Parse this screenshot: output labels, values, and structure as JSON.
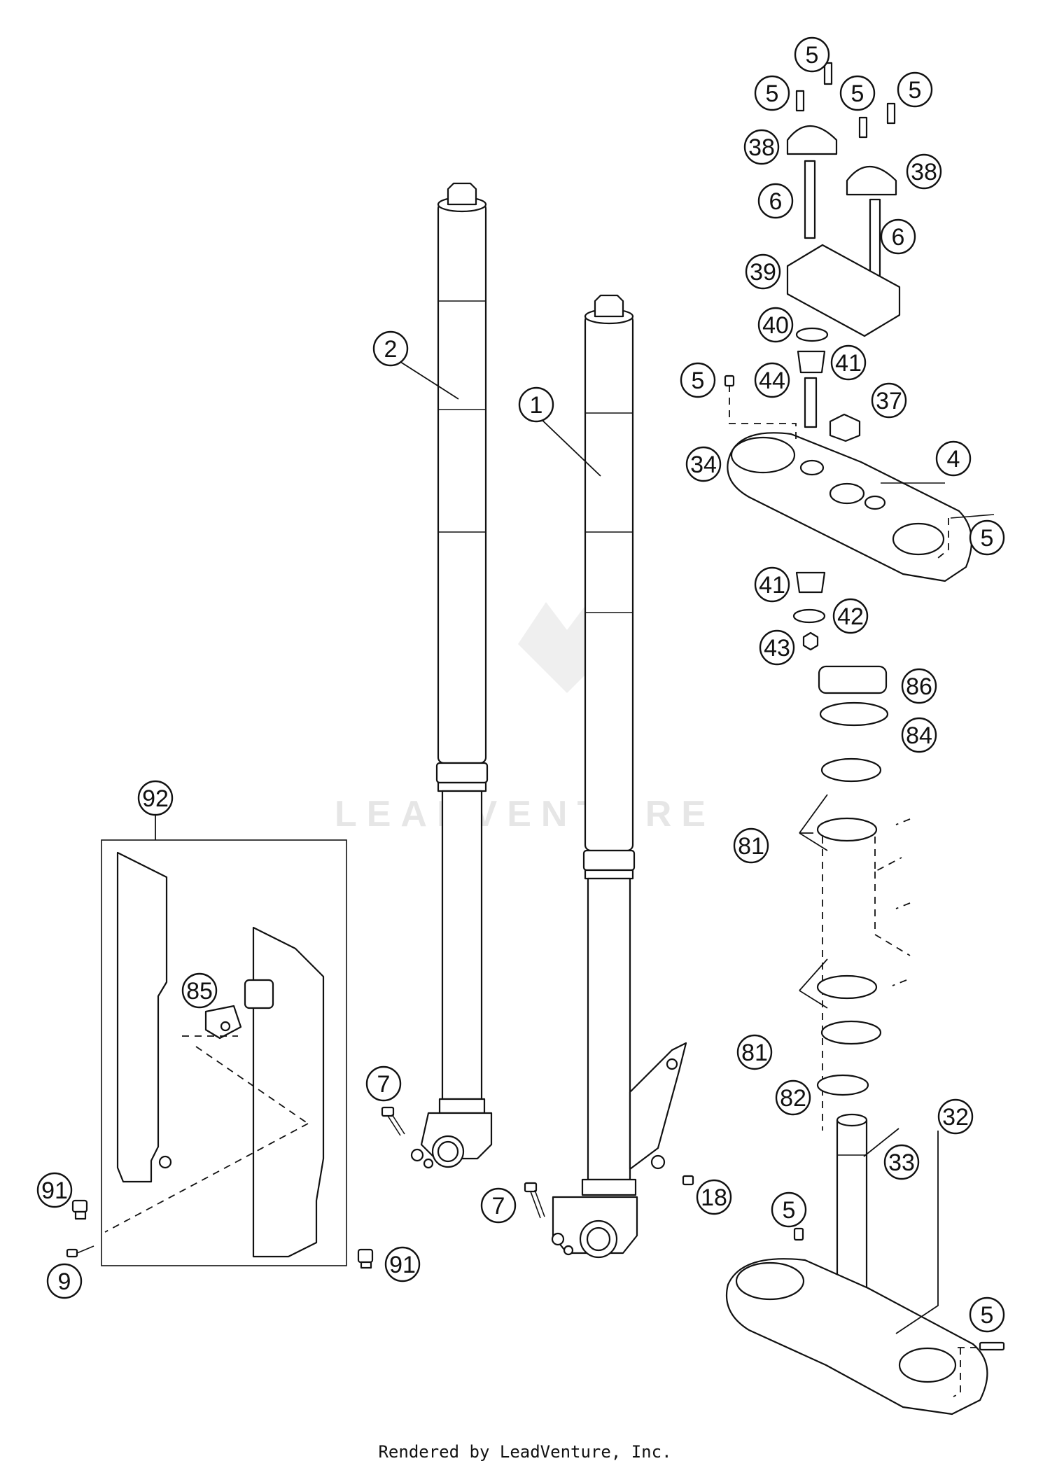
{
  "watermark": {
    "text": "LEADVENTURE"
  },
  "footer": {
    "text": "Rendered by LeadVenture, Inc."
  },
  "callouts": [
    {
      "id": "c-5-a",
      "label": "5"
    },
    {
      "id": "c-5-b",
      "label": "5"
    },
    {
      "id": "c-5-c",
      "label": "5"
    },
    {
      "id": "c-5-d",
      "label": "5"
    },
    {
      "id": "c-38-a",
      "label": "38"
    },
    {
      "id": "c-38-b",
      "label": "38"
    },
    {
      "id": "c-6-a",
      "label": "6"
    },
    {
      "id": "c-6-b",
      "label": "6"
    },
    {
      "id": "c-39",
      "label": "39"
    },
    {
      "id": "c-40",
      "label": "40"
    },
    {
      "id": "c-41-a",
      "label": "41"
    },
    {
      "id": "c-5-e",
      "label": "5"
    },
    {
      "id": "c-44",
      "label": "44"
    },
    {
      "id": "c-37",
      "label": "37"
    },
    {
      "id": "c-34",
      "label": "34"
    },
    {
      "id": "c-4",
      "label": "4"
    },
    {
      "id": "c-5-f",
      "label": "5"
    },
    {
      "id": "c-41-b",
      "label": "41"
    },
    {
      "id": "c-42",
      "label": "42"
    },
    {
      "id": "c-43",
      "label": "43"
    },
    {
      "id": "c-86",
      "label": "86"
    },
    {
      "id": "c-84",
      "label": "84"
    },
    {
      "id": "c-81-a",
      "label": "81"
    },
    {
      "id": "c-81-b",
      "label": "81"
    },
    {
      "id": "c-82",
      "label": "82"
    },
    {
      "id": "c-32",
      "label": "32"
    },
    {
      "id": "c-33",
      "label": "33"
    },
    {
      "id": "c-5-g",
      "label": "5"
    },
    {
      "id": "c-5-h",
      "label": "5"
    },
    {
      "id": "c-2",
      "label": "2"
    },
    {
      "id": "c-1",
      "label": "1"
    },
    {
      "id": "c-92",
      "label": "92"
    },
    {
      "id": "c-85",
      "label": "85"
    },
    {
      "id": "c-7-a",
      "label": "7"
    },
    {
      "id": "c-7-b",
      "label": "7"
    },
    {
      "id": "c-18",
      "label": "18"
    },
    {
      "id": "c-91-a",
      "label": "91"
    },
    {
      "id": "c-91-b",
      "label": "91"
    },
    {
      "id": "c-9",
      "label": "9"
    }
  ]
}
